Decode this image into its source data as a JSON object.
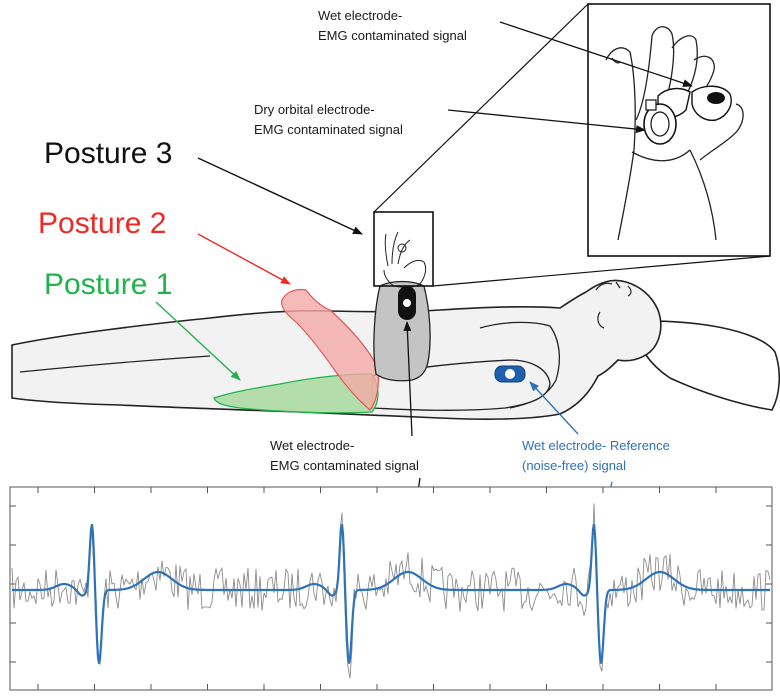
{
  "labels": {
    "posture3": "Posture 3",
    "posture2": "Posture 2",
    "posture1": "Posture 1",
    "zoom_wet_line1": "Wet electrode-",
    "zoom_wet_line2": "EMG contaminated signal",
    "dry_line1": "Dry orbital electrode-",
    "dry_line2": "EMG contaminated signal",
    "arm_wet_line1": "Wet electrode-",
    "arm_wet_line2": "EMG contaminated signal",
    "ref_line1": "Wet electrode- Reference",
    "ref_line2": "(noise-free) signal"
  },
  "colors": {
    "posture3": "#111111",
    "posture2": "#ee2a24",
    "posture1": "#1fb34c",
    "reference_blue": "#2e72b8",
    "trace_gray": "#8c8c8c",
    "arm_red_fill": "#f4a9a8",
    "arm_green_fill": "#a8dba0",
    "arm_gray_fill": "#c4c4c4",
    "body_fill": "#f2f2f2"
  },
  "icons": {
    "dry_electrode": "orbital-electrode-icon",
    "arm_electrode": "black-wet-electrode-icon",
    "chest_electrode": "blue-wet-electrode-icon"
  }
}
